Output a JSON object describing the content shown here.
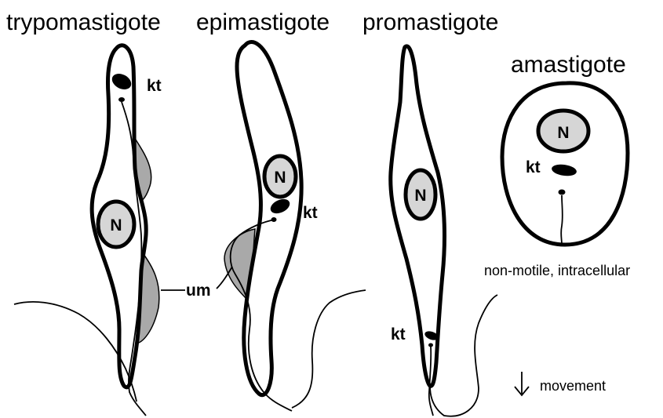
{
  "titles": {
    "trypomastigote": "trypomastigote",
    "epimastigote": "epimastigote",
    "promastigote": "promastigote",
    "amastigote": "amastigote"
  },
  "labels": {
    "kinetoplast": "kt",
    "nucleus": "N",
    "undulating_membrane": "um"
  },
  "notes": {
    "amastigote": "non-motile, intracellular",
    "movement": "movement"
  },
  "colors": {
    "outline": "#000000",
    "membrane": "#a9a9a9",
    "nucleus_fill": "#d6d6d6"
  }
}
